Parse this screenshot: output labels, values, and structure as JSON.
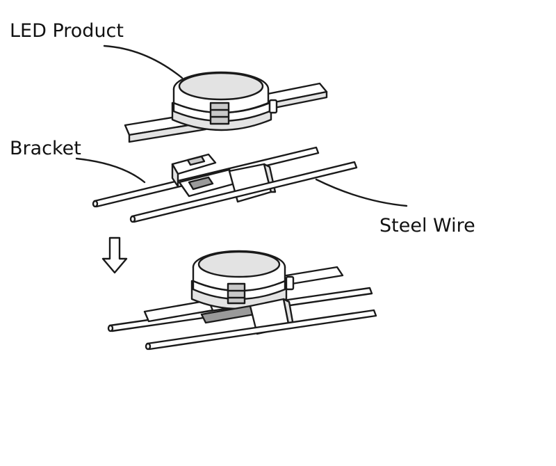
{
  "labels": {
    "led_product": "LED Product",
    "bracket": "Bracket",
    "steel_wire": "Steel Wire"
  },
  "icons": {
    "arrow": "down-arrow-icon"
  },
  "colors": {
    "ink": "#1a1a1a",
    "background": "#ffffff"
  }
}
